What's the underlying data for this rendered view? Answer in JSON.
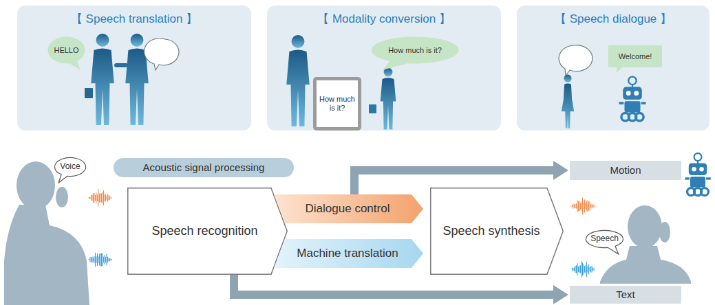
{
  "diagram": {
    "nodes": [
      {
        "text": [
          "【 Speech translation 】"
        ]
      },
      {
        "text": [
          "HELLO"
        ],
        "in": 0
      },
      {
        "text": [
          "【 Modality conversion 】"
        ]
      },
      {
        "text": [
          "How much is it?"
        ],
        "in": 2
      },
      {
        "text": [
          "How much is it?"
        ],
        "in": 2
      },
      {
        "text": [
          "【 Speech dialogue 】"
        ]
      },
      {
        "text": [
          "Welcome!"
        ],
        "in": 5
      },
      {
        "text": [
          "Voice"
        ]
      },
      {
        "text": [
          "Acoustic signal processing"
        ]
      },
      {
        "text": [
          "Speech recognition"
        ]
      },
      {
        "text": [
          "Dialogue control"
        ]
      },
      {
        "text": [
          "Machine translation"
        ]
      },
      {
        "text": [
          "Speech synthesis"
        ]
      },
      {
        "text": [
          "Motion"
        ]
      },
      {
        "text": [
          "Speech"
        ]
      },
      {
        "text": [
          "Text"
        ]
      }
    ],
    "edges": [
      {
        "from": 10,
        "to": 13,
        "arrow": "to"
      },
      {
        "from": 9,
        "to": 15,
        "arrow": "to"
      }
    ]
  }
}
